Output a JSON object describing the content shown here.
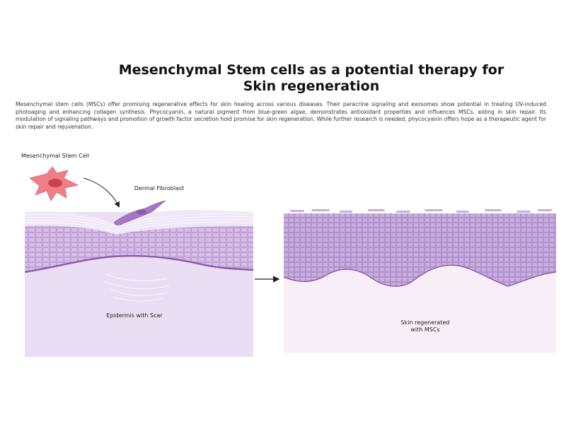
{
  "title": "Mesenchymal Stem cells as a potential therapy for Skin regeneration",
  "description": "Mesenchymal stem cells (MSCs) offer promising regenerative effects for skin healing across various diseases. Their paracrine signaling and exosomes show potential in treating UV-induced photoaging and enhancing collagen synthesis. Phycocyanin, a natural pigment from blue-green algae, demonstrates antioxidant properties and influences MSCs, aiding in skin repair. Its modulation of signaling pathways and promotion of growth factor secretion hold promise for skin regeneration. While further research is needed, phycocyanin offers hope as a therapeutic agent for skin repair and rejuvenation.",
  "labels": {
    "msc": "Mesenchymal Stem Cell",
    "fibroblast": "Dermal Fibroblast",
    "scar": "Epidermis with Scar",
    "regen": "Skin regenerated with MSCs"
  },
  "colors": {
    "msc_cell": "#ef7f84",
    "fibroblast": "#a877c4",
    "epidermis": "#c7a8dc",
    "basal_line": "#8a5aa8",
    "dermis_scar": "#e9def3",
    "dermis_regen": "#f8eef7"
  }
}
